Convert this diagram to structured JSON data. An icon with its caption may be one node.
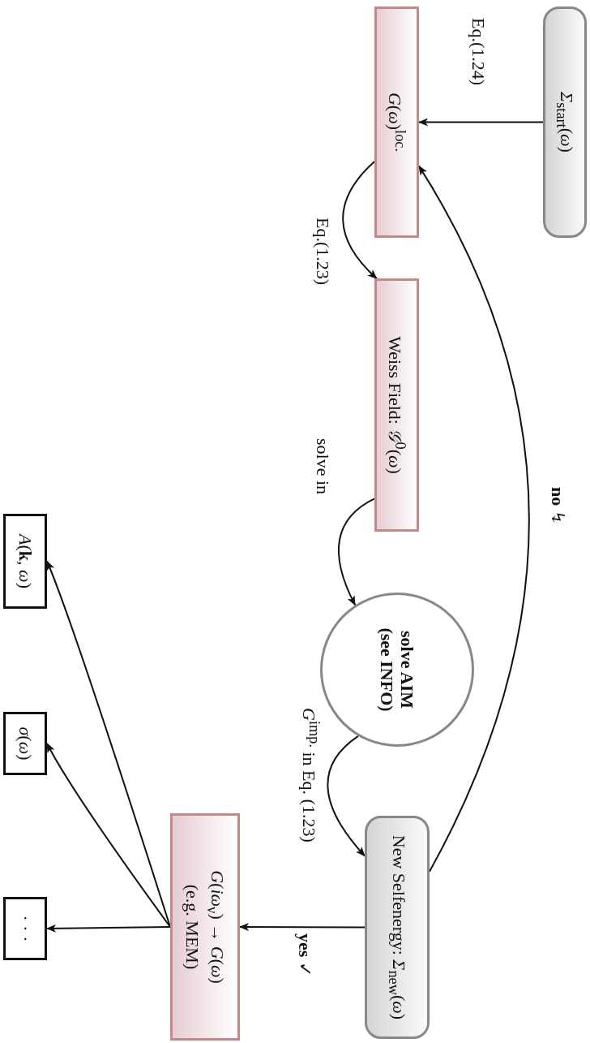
{
  "diagram": {
    "nodes": [
      {
        "text": [
          "*Σ*$_{start}$(*ω*)"
        ]
      },
      {
        "text": [
          "*G*(*ω*)$^{loc.}$"
        ]
      },
      {
        "text": [
          "Weiss Field: *𝒢*$^{0}$(*ω*)"
        ]
      },
      {
        "text": [
          "solve AIM (see INFO)"
        ]
      },
      {
        "text": [
          "New Selfenergy: *Σ*$_{new}$(*ω*)"
        ]
      },
      {
        "text": [
          "*G*(*iω*$_{ν}$) → *G*(*ω*)",
          "(e.g. MEM)"
        ]
      },
      {
        "text": [
          "*A*(**k**, *ω*)"
        ]
      },
      {
        "text": [
          "*σ*(*ω*)"
        ]
      },
      {
        "text": [
          "· · ·"
        ]
      }
    ],
    "edges": [
      {
        "from": 0,
        "to": 1,
        "arrow": "to",
        "label": "Eq.(1.24)"
      },
      {
        "from": 1,
        "to": 2,
        "arrow": "to",
        "label": "Eq.(1.23)"
      },
      {
        "from": 2,
        "to": 3,
        "arrow": "to",
        "label": "solve in"
      },
      {
        "from": 3,
        "to": 4,
        "arrow": "to",
        "label": "*G*$^{imp.}$ in Eq. (1.23)"
      },
      {
        "from": 4,
        "to": 1,
        "arrow": "to",
        "label": "**no** ↯"
      },
      {
        "from": 4,
        "to": 5,
        "arrow": "to",
        "label": "**yes** ✓"
      },
      {
        "from": 5,
        "to": 6,
        "arrow": "to"
      },
      {
        "from": 5,
        "to": 7,
        "arrow": "to"
      },
      {
        "from": 5,
        "to": 8,
        "arrow": "to"
      }
    ]
  }
}
